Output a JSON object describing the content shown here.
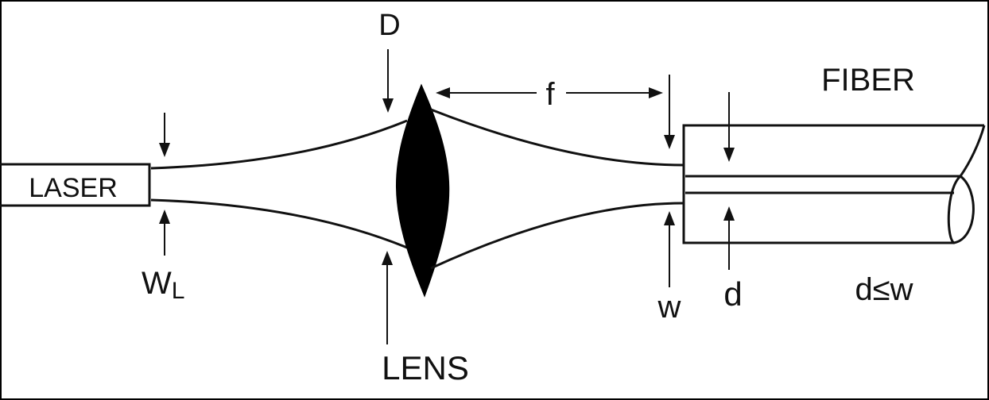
{
  "labels": {
    "top_marker": "D",
    "focal": "f",
    "fiber": "FIBER",
    "laser": "LASER",
    "waist_laser_main": "W",
    "waist_laser_sub": "L",
    "lens": "LENS",
    "waist_fiber": "w",
    "core": "d",
    "condition": "d≤w"
  },
  "colors": {
    "ink": "#111111",
    "background": "#ffffff",
    "frame": "#000000"
  }
}
